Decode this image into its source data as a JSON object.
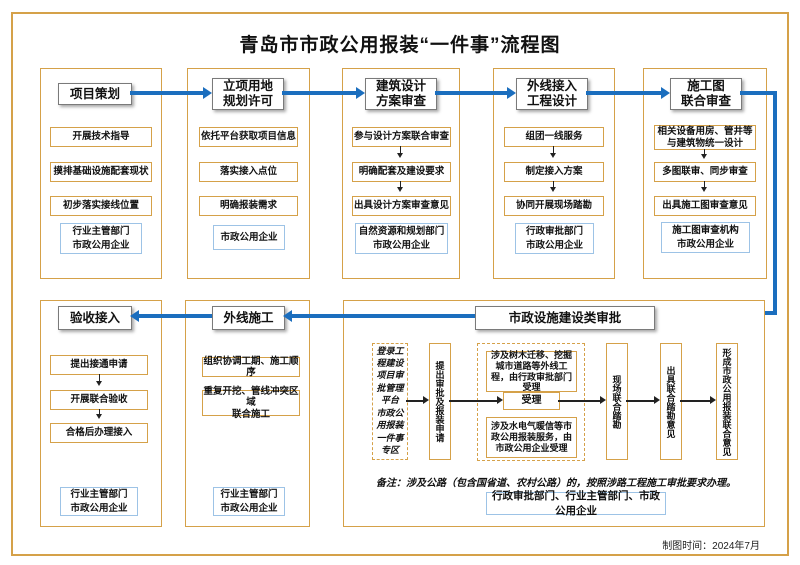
{
  "title": "青岛市市政公用报装“一件事”流程图",
  "footer": "制图时间：2024年7月",
  "colors": {
    "flow_blue": "#1b6ebe",
    "gold_border": "#d5a149",
    "dept_border": "#9dc3e6"
  },
  "top_row": [
    {
      "header": "项目策划",
      "steps": [
        "开展技术指导",
        "摸排基础设施配套现状",
        "初步落实接线位置"
      ],
      "dept": "行业主管部门\n市政公用企业"
    },
    {
      "header": "立项用地\n规划许可",
      "steps": [
        "依托平台获取项目信息",
        "落实接入点位",
        "明确报装需求"
      ],
      "dept": "市政公用企业"
    },
    {
      "header": "建筑设计\n方案审查",
      "steps": [
        "参与设计方案联合审查",
        "明确配套及建设要求",
        "出具设计方案审查意见"
      ],
      "dept": "自然资源和规划部门\n市政公用企业"
    },
    {
      "header": "外线接入\n工程设计",
      "steps": [
        "组团一线服务",
        "制定接入方案",
        "协同开展现场踏勘"
      ],
      "dept": "行政审批部门\n市政公用企业"
    },
    {
      "header": "施工图\n联合审查",
      "steps": [
        "相关设备用房、管井等\n与建筑物统一设计",
        "多图联审、同步审查",
        "出具施工图审查意见"
      ],
      "dept": "施工图审查机构\n市政公用企业"
    }
  ],
  "bottom_row": {
    "acceptance": {
      "header": "验收接入",
      "steps": [
        "提出接通申请",
        "开展联合验收",
        "合格后办理接入"
      ],
      "dept": "行业主管部门\n市政公用企业"
    },
    "construction": {
      "header": "外线施工",
      "steps": [
        "组织协调工期、施工顺序",
        "重复开挖、管线冲突区域\n联合施工"
      ],
      "dept": "行业主管部门\n市政公用企业"
    },
    "approval": {
      "header": "市政设施建设类审批",
      "login": "登录工\n程建设\n项目审\n批管理\n平台\n市政公\n用报装\n一件事\n专区",
      "apply": "提出审批及报装申请",
      "accept_top": "涉及树木迁移、挖掘城市道路等外线工程，由行政审批部门受理",
      "accept_label": "受理",
      "accept_bottom": "涉及水电气暖信等市政公用报装服务，由市政公用企业受理",
      "survey": "现场联合踏勘",
      "opinion": "出具联合踏勘意见",
      "final": "形成市政公用报装联合意见",
      "note": "备注：涉及公路（包含国省道、农村公路）的，按照涉路工程施工审批要求办理。",
      "dept": "行政审批部门、行业主管部门、市政公用企业"
    }
  }
}
